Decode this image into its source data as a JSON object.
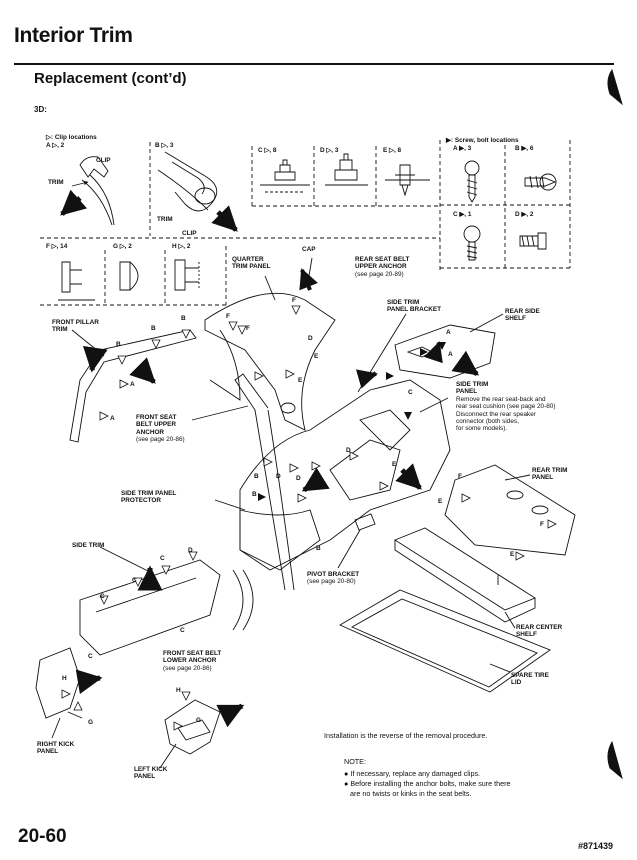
{
  "header": {
    "title": "Interior Trim",
    "subtitle": "Replacement (cont’d)",
    "step": "3D:"
  },
  "legend": {
    "clip_key": "▷: Clip locations",
    "screw_key": "▶: Screw, bolt locations",
    "clips": [
      {
        "id": "A",
        "text": "A ▷, 2"
      },
      {
        "id": "B",
        "text": "B ▷, 3"
      },
      {
        "id": "C",
        "text": "C ▷, 8"
      },
      {
        "id": "D",
        "text": "D ▷, 3"
      },
      {
        "id": "E",
        "text": "E ▷, 8"
      },
      {
        "id": "F",
        "text": "F ▷, 14"
      },
      {
        "id": "G",
        "text": "G ▷, 2"
      },
      {
        "id": "H",
        "text": "H ▷, 2"
      }
    ],
    "screws": [
      {
        "id": "A",
        "text": "A ▶, 3"
      },
      {
        "id": "B",
        "text": "B ▶, 6"
      },
      {
        "id": "C",
        "text": "C ▶, 1"
      },
      {
        "id": "D",
        "text": "D ▶, 2"
      }
    ],
    "clip_detail": {
      "clip_top": "CLIP",
      "trim_left": "TRIM",
      "trim_mid": "TRIM",
      "clip_bottom": "CLIP"
    }
  },
  "labels": {
    "cap": "CAP",
    "quarter_trim": [
      "QUARTER",
      "TRIM PANEL"
    ],
    "rear_seat_belt": [
      "REAR SEAT BELT",
      "UPPER ANCHOR"
    ],
    "rear_seat_belt_ref": "(see page 20-89)",
    "side_trim_bracket": [
      "SIDE TRIM",
      "PANEL BRACKET"
    ],
    "rear_side_shelf": [
      "REAR SIDE",
      "SHELF"
    ],
    "front_pillar": [
      "FRONT PILLAR",
      "TRIM"
    ],
    "front_seat_belt": [
      "FRONT SEAT",
      "BELT UPPER",
      "ANCHOR"
    ],
    "front_seat_belt_ref": "(see page 20-86)",
    "side_trim_panel": [
      "SIDE TRIM",
      "PANEL"
    ],
    "side_trim_panel_note": [
      "Remove the rear seat-back and",
      "rear seat cushion (see page 20-80)",
      "Disconnect the rear speaker",
      "connector (both sides,",
      "for some models)."
    ],
    "rear_trim_panel": [
      "REAR TRIM",
      "PANEL"
    ],
    "protector": [
      "SIDE TRIM PANEL",
      "PROTECTOR"
    ],
    "side_trim": "SIDE TRIM",
    "pivot_bracket": "PIVOT BRACKET",
    "pivot_bracket_ref": "(see page 20-80)",
    "rear_center_shelf": [
      "REAR CENTER",
      "SHELF"
    ],
    "front_seat_lower": [
      "FRONT SEAT BELT",
      "LOWER ANCHOR"
    ],
    "front_seat_lower_ref": "(see page 20-86)",
    "spare_tire_lid": [
      "SPARE TIRE",
      "LID"
    ],
    "right_kick": [
      "RIGHT KICK",
      "PANEL"
    ],
    "left_kick": [
      "LEFT KICK",
      "PANEL"
    ]
  },
  "notes": {
    "install": "Installation is the reverse of the removal procedure.",
    "heading": "NOTE:",
    "bullets": [
      "If necessary, replace any damaged clips.",
      "Before installing the anchor bolts, make sure there",
      "are no twists or kinks in the seat belts."
    ]
  },
  "footer": {
    "page": "20-60",
    "code": "#871439"
  }
}
